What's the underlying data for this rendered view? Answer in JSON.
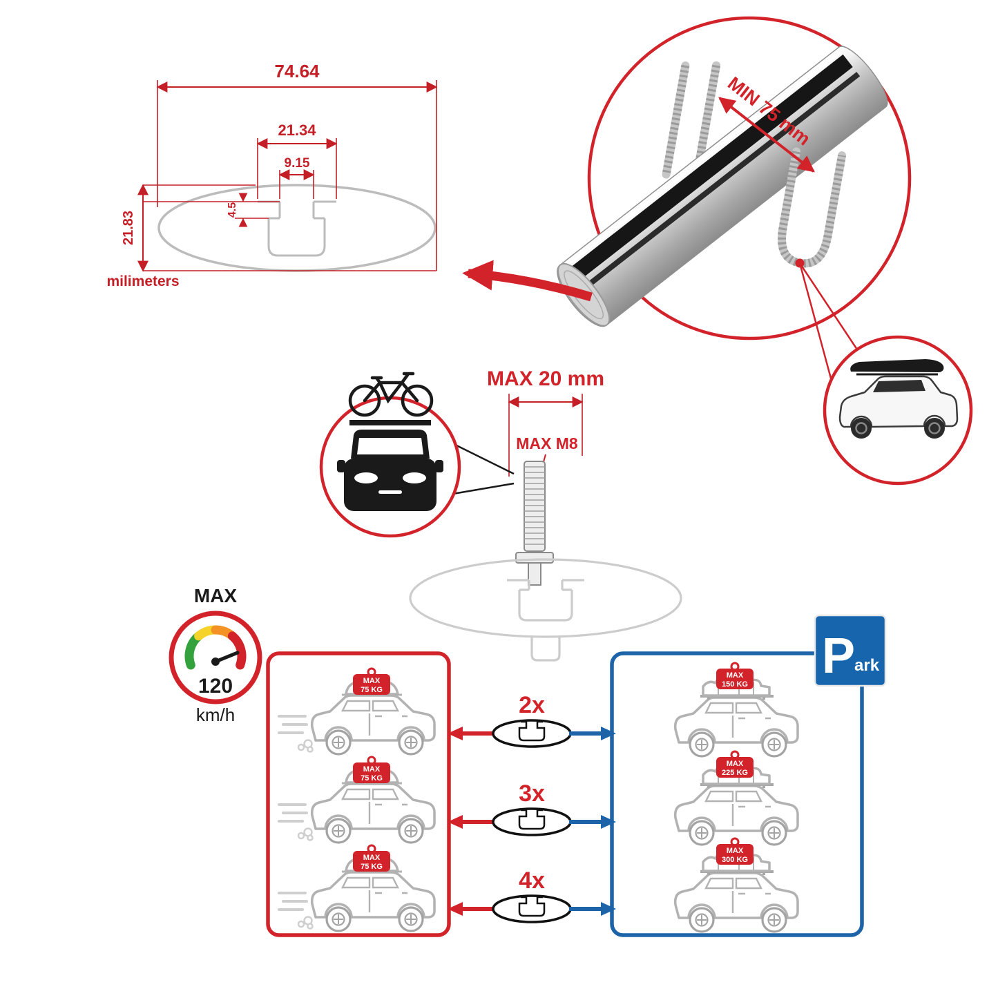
{
  "colors": {
    "accent_red": "#d2232a",
    "dimension_red": "#c41e26",
    "accent_blue": "#1c63a8",
    "outline_gray": "#b2b2b2"
  },
  "cross_section": {
    "total_width": "74.64",
    "channel_width": "21.34",
    "slot_width": "9.15",
    "slot_depth": "4.5",
    "total_height": "21.83",
    "units_label": "milimeters"
  },
  "bar_detail": {
    "min_spacing_label": "MIN 75 mm"
  },
  "bolt_detail": {
    "max_width_label": "MAX 20 mm",
    "max_thread_label": "MAX M8"
  },
  "speed_gauge": {
    "max_label": "MAX",
    "value": "120",
    "unit": "km/h"
  },
  "parking_sign": {
    "letter": "P",
    "suffix": "ark"
  },
  "driving_panel": {
    "cars": [
      {
        "tag_line1": "MAX",
        "tag_line2": "75 KG"
      },
      {
        "tag_line1": "MAX",
        "tag_line2": "75 KG"
      },
      {
        "tag_line1": "MAX",
        "tag_line2": "75 KG"
      }
    ]
  },
  "parked_panel": {
    "cars": [
      {
        "tag_line1": "MAX",
        "tag_line2": "150 KG"
      },
      {
        "tag_line1": "MAX",
        "tag_line2": "225 KG"
      },
      {
        "tag_line1": "MAX",
        "tag_line2": "300 KG"
      }
    ]
  },
  "quantity_rows": [
    {
      "label": "2x"
    },
    {
      "label": "3x"
    },
    {
      "label": "4x"
    }
  ]
}
